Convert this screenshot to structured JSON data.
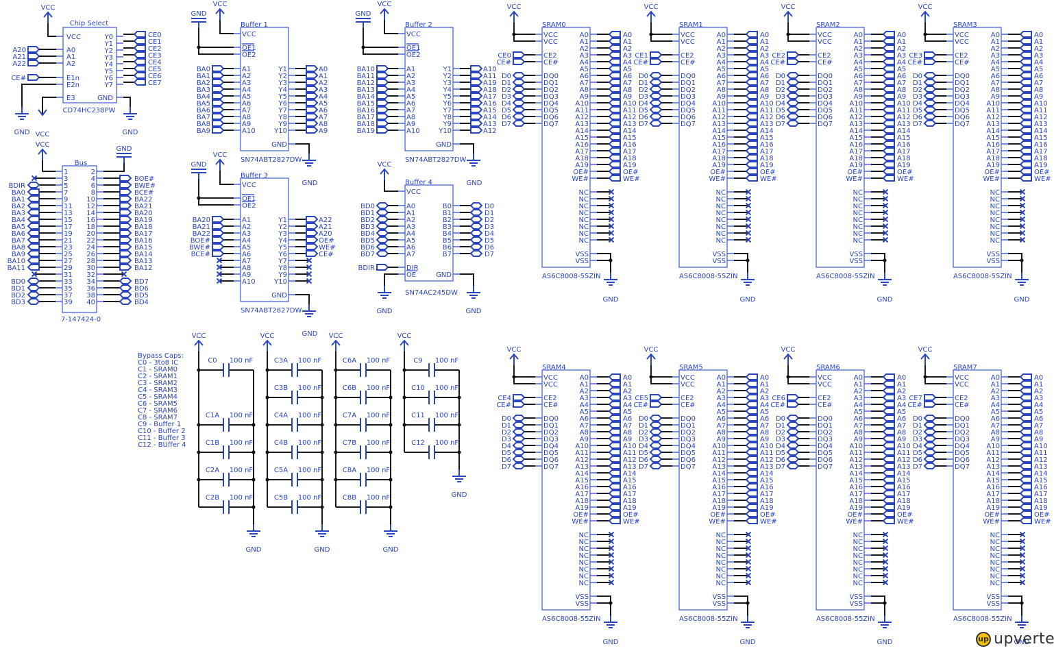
{
  "diagram": {
    "type": "schematic",
    "power_label": "VCC",
    "ground_label": "GND",
    "chip_select": {
      "title": "Chip Select",
      "part": "CD74HC238PW",
      "left_pins": [
        "VCC",
        "A0",
        "A1",
        "A2",
        "E1n",
        "E2n",
        "E3"
      ],
      "right_pins": [
        "Y0",
        "Y1",
        "Y2",
        "Y3",
        "Y4",
        "Y5",
        "Y6",
        "Y7",
        "GND"
      ],
      "inputs": [
        {
          "net": "A20",
          "pin": "A0"
        },
        {
          "net": "A21",
          "pin": "A1"
        },
        {
          "net": "A22",
          "pin": "A2"
        },
        {
          "net": "CE#",
          "pin": "E1n"
        }
      ],
      "outputs": [
        "CE0",
        "CE1",
        "CE2",
        "CE3",
        "CE4",
        "CE5",
        "CE6",
        "CE7"
      ]
    },
    "bus": {
      "title": "Bus",
      "part": "7-147424-0",
      "left": [
        {
          "pin": "1",
          "net": "VCC"
        },
        {
          "pin": "3",
          "net": "NC"
        },
        {
          "pin": "5",
          "net": "BDIR"
        },
        {
          "pin": "7",
          "net": "BA0"
        },
        {
          "pin": "9",
          "net": "BA1"
        },
        {
          "pin": "11",
          "net": "BA2"
        },
        {
          "pin": "13",
          "net": "BA3"
        },
        {
          "pin": "15",
          "net": "BA4"
        },
        {
          "pin": "17",
          "net": "BA5"
        },
        {
          "pin": "19",
          "net": "BA6"
        },
        {
          "pin": "21",
          "net": "BA7"
        },
        {
          "pin": "23",
          "net": "BA8"
        },
        {
          "pin": "25",
          "net": "BA9"
        },
        {
          "pin": "27",
          "net": "BA10"
        },
        {
          "pin": "29",
          "net": "BA11"
        },
        {
          "pin": "31",
          "net": "NC"
        },
        {
          "pin": "33",
          "net": "BD0"
        },
        {
          "pin": "35",
          "net": "BD1"
        },
        {
          "pin": "37",
          "net": "BD2"
        },
        {
          "pin": "39",
          "net": "BD3"
        }
      ],
      "right": [
        {
          "pin": "2",
          "net": "GND"
        },
        {
          "pin": "4",
          "net": "BOE#"
        },
        {
          "pin": "6",
          "net": "BWE#"
        },
        {
          "pin": "8",
          "net": "BCE#"
        },
        {
          "pin": "10",
          "net": "BA22"
        },
        {
          "pin": "12",
          "net": "BA21"
        },
        {
          "pin": "14",
          "net": "BA20"
        },
        {
          "pin": "16",
          "net": "BA19"
        },
        {
          "pin": "18",
          "net": "BA18"
        },
        {
          "pin": "20",
          "net": "BA17"
        },
        {
          "pin": "22",
          "net": "BA16"
        },
        {
          "pin": "24",
          "net": "BA15"
        },
        {
          "pin": "26",
          "net": "BA14"
        },
        {
          "pin": "28",
          "net": "BA13"
        },
        {
          "pin": "30",
          "net": "BA12"
        },
        {
          "pin": "32",
          "net": "NC"
        },
        {
          "pin": "34",
          "net": "BD7"
        },
        {
          "pin": "36",
          "net": "BD6"
        },
        {
          "pin": "38",
          "net": "BD5"
        },
        {
          "pin": "40",
          "net": "BD4"
        }
      ]
    },
    "buffers": [
      {
        "title": "Buffer 1",
        "part": "SN74ABT2827DW",
        "inputs": [
          "BA0",
          "BA1",
          "BA2",
          "BA3",
          "BA4",
          "BA5",
          "BA6",
          "BA7",
          "BA8",
          "BA9"
        ],
        "outputs": [
          "A0",
          "A1",
          "A2",
          "A3",
          "A4",
          "A5",
          "A6",
          "A7",
          "A8",
          "A9"
        ]
      },
      {
        "title": "Buffer 2",
        "part": "SN74ABT2827DW",
        "inputs": [
          "BA10",
          "BA11",
          "BA12",
          "BA13",
          "BA14",
          "BA15",
          "BA16",
          "BA17",
          "BA18",
          "BA19"
        ],
        "outputs": [
          "A10",
          "A11",
          "A19",
          "A18",
          "A17",
          "A16",
          "A15",
          "A14",
          "A13",
          "A12"
        ]
      },
      {
        "title": "Buffer 3",
        "part": "SN74ABT2827DW",
        "inputs": [
          "BA20",
          "BA21",
          "BA22",
          "BOE#",
          "BWE#",
          "BCE#",
          "NC",
          "NC",
          "NC",
          "NC"
        ],
        "outputs": [
          "A22",
          "A21",
          "A20",
          "OE#",
          "WE#",
          "CE#",
          "NC",
          "NC",
          "NC",
          "NC"
        ]
      }
    ],
    "buffer_pins": {
      "left": [
        "VCC",
        "OE1",
        "OE2",
        "A1",
        "A2",
        "A3",
        "A4",
        "A5",
        "A6",
        "A7",
        "A8",
        "A9",
        "A10"
      ],
      "right": [
        "Y1",
        "Y2",
        "Y3",
        "Y4",
        "Y5",
        "Y6",
        "Y7",
        "Y8",
        "Y9",
        "Y10",
        "GND"
      ]
    },
    "transceiver": {
      "title": "Buffer 4",
      "part": "SN74AC245DW",
      "left_pins": [
        "VCC",
        "A0",
        "A1",
        "A2",
        "A3",
        "A4",
        "A5",
        "A6",
        "A7",
        "DIR",
        "OE"
      ],
      "right_pins": [
        "B0",
        "B1",
        "B2",
        "B3",
        "B4",
        "B5",
        "B6",
        "B7",
        "GND"
      ],
      "inputs": [
        "BD0",
        "BD1",
        "BD2",
        "BD3",
        "BD4",
        "BD5",
        "BD6",
        "BD7"
      ],
      "outputs": [
        "D0",
        "D1",
        "D2",
        "D3",
        "D4",
        "D5",
        "D6",
        "D7"
      ],
      "dir_net": "BDIR"
    },
    "bypass_notes": {
      "title": "Bypass Caps:",
      "lines": [
        "C0 - 3to8 IC",
        "C1 - SRAM0",
        "C2 - SRAM1",
        "C3 - SRAM2",
        "C4 - SRAM3",
        "C5 - SRAM4",
        "C6 - SRAM5",
        "C7 - SRAM6",
        "C8 - SRAM7",
        "C9 - Buffer 1",
        "C10 - Buffer 2",
        "C11 - Buffer 3",
        "C12 - BUffer 4"
      ]
    },
    "capacitor_value": "100 nF",
    "capacitor_groups": [
      [
        "C0",
        "",
        "C1A",
        "C1B",
        "C2A",
        "C2B"
      ],
      [
        "C3A",
        "C3B",
        "C4A",
        "C4B",
        "C5A",
        "C5B"
      ],
      [
        "C6A",
        "C6B",
        "C7A",
        "C7B",
        "C8A",
        "C8B"
      ],
      [
        "C9",
        "C10",
        "C11",
        "C12"
      ]
    ],
    "sram": {
      "part": "AS6C8008-55ZIN",
      "chips": [
        {
          "title": "SRAM0",
          "ce": "CE0"
        },
        {
          "title": "SRAM1",
          "ce": "CE1"
        },
        {
          "title": "SRAM2",
          "ce": "CE2"
        },
        {
          "title": "SRAM3",
          "ce": "CE3"
        },
        {
          "title": "SRAM4",
          "ce": "CE4"
        },
        {
          "title": "SRAM5",
          "ce": "CE5"
        },
        {
          "title": "SRAM6",
          "ce": "CE6"
        },
        {
          "title": "SRAM7",
          "ce": "CE7"
        }
      ],
      "left_pins": [
        "VCC",
        "VCC",
        "CE2",
        "CE#",
        "DQ0",
        "DQ1",
        "DQ2",
        "DQ3",
        "DQ4",
        "DQ5",
        "DQ6",
        "DQ7"
      ],
      "data_nets": [
        "D0",
        "D1",
        "D2",
        "D3",
        "D4",
        "D5",
        "D6",
        "D7"
      ],
      "ce_bar_net": "CE#",
      "addr_pins": [
        "A0",
        "A1",
        "A2",
        "A3",
        "A4",
        "A5",
        "A6",
        "A7",
        "A8",
        "A9",
        "A10",
        "A11",
        "A12",
        "A13",
        "A14",
        "A15",
        "A16",
        "A17",
        "A18",
        "A19",
        "OE#",
        "WE#"
      ],
      "nc_pin": "NC",
      "nc_count": 8,
      "vss_pin": "VSS"
    }
  },
  "branding": {
    "logo_text": "upverter"
  }
}
